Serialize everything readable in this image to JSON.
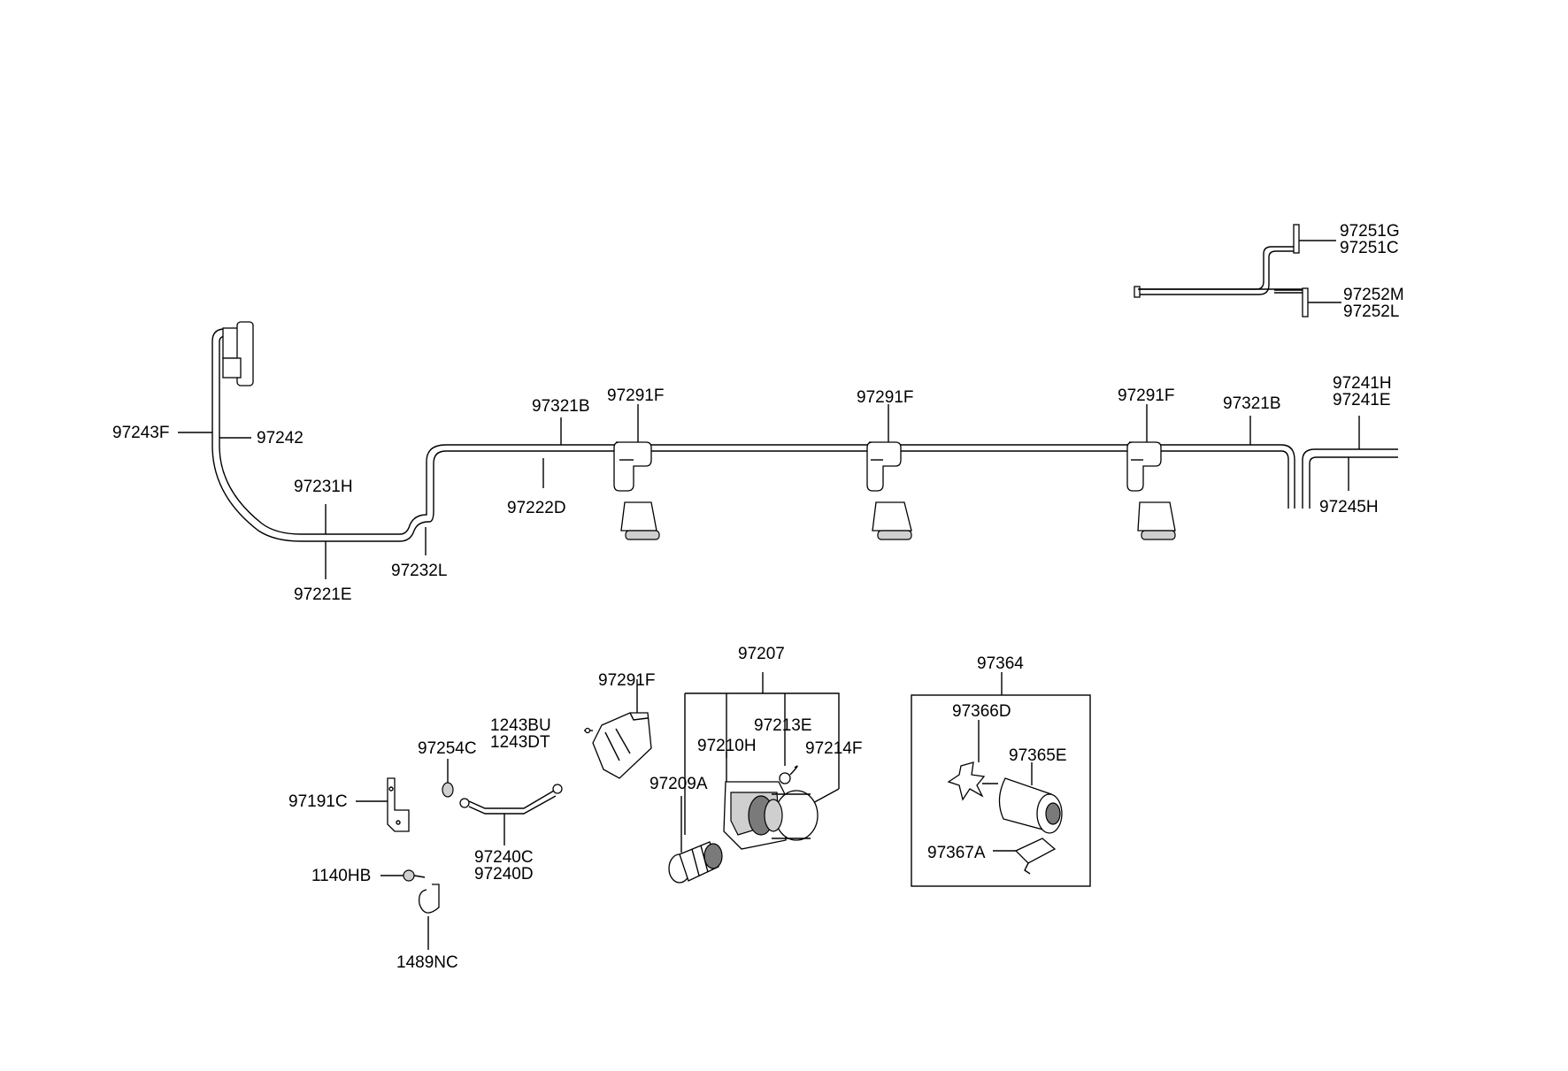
{
  "labels": {
    "l_97251G": "97251G",
    "l_97251C": "97251C",
    "l_97252M": "97252M",
    "l_97252L": "97252L",
    "l_97243F": "97243F",
    "l_97242": "97242",
    "l_97231H": "97231H",
    "l_97221E": "97221E",
    "l_97232L": "97232L",
    "l_97321B_a": "97321B",
    "l_97222D": "97222D",
    "l_97291F_a": "97291F",
    "l_97291F_b": "97291F",
    "l_97291F_c": "97291F",
    "l_97321B_b": "97321B",
    "l_97241H": "97241H",
    "l_97241E": "97241E",
    "l_97245H": "97245H",
    "l_97207": "97207",
    "l_97291F_d": "97291F",
    "l_1243BU": "1243BU",
    "l_1243DT": "1243DT",
    "l_97213E": "97213E",
    "l_97210H": "97210H",
    "l_97214F": "97214F",
    "l_97254C": "97254C",
    "l_97209A": "97209A",
    "l_97191C": "97191C",
    "l_97240C": "97240C",
    "l_97240D": "97240D",
    "l_1140HB": "1140HB",
    "l_1489NC": "1489NC",
    "l_97364": "97364",
    "l_97366D": "97366D",
    "l_97365E": "97365E",
    "l_97367A": "97367A"
  }
}
